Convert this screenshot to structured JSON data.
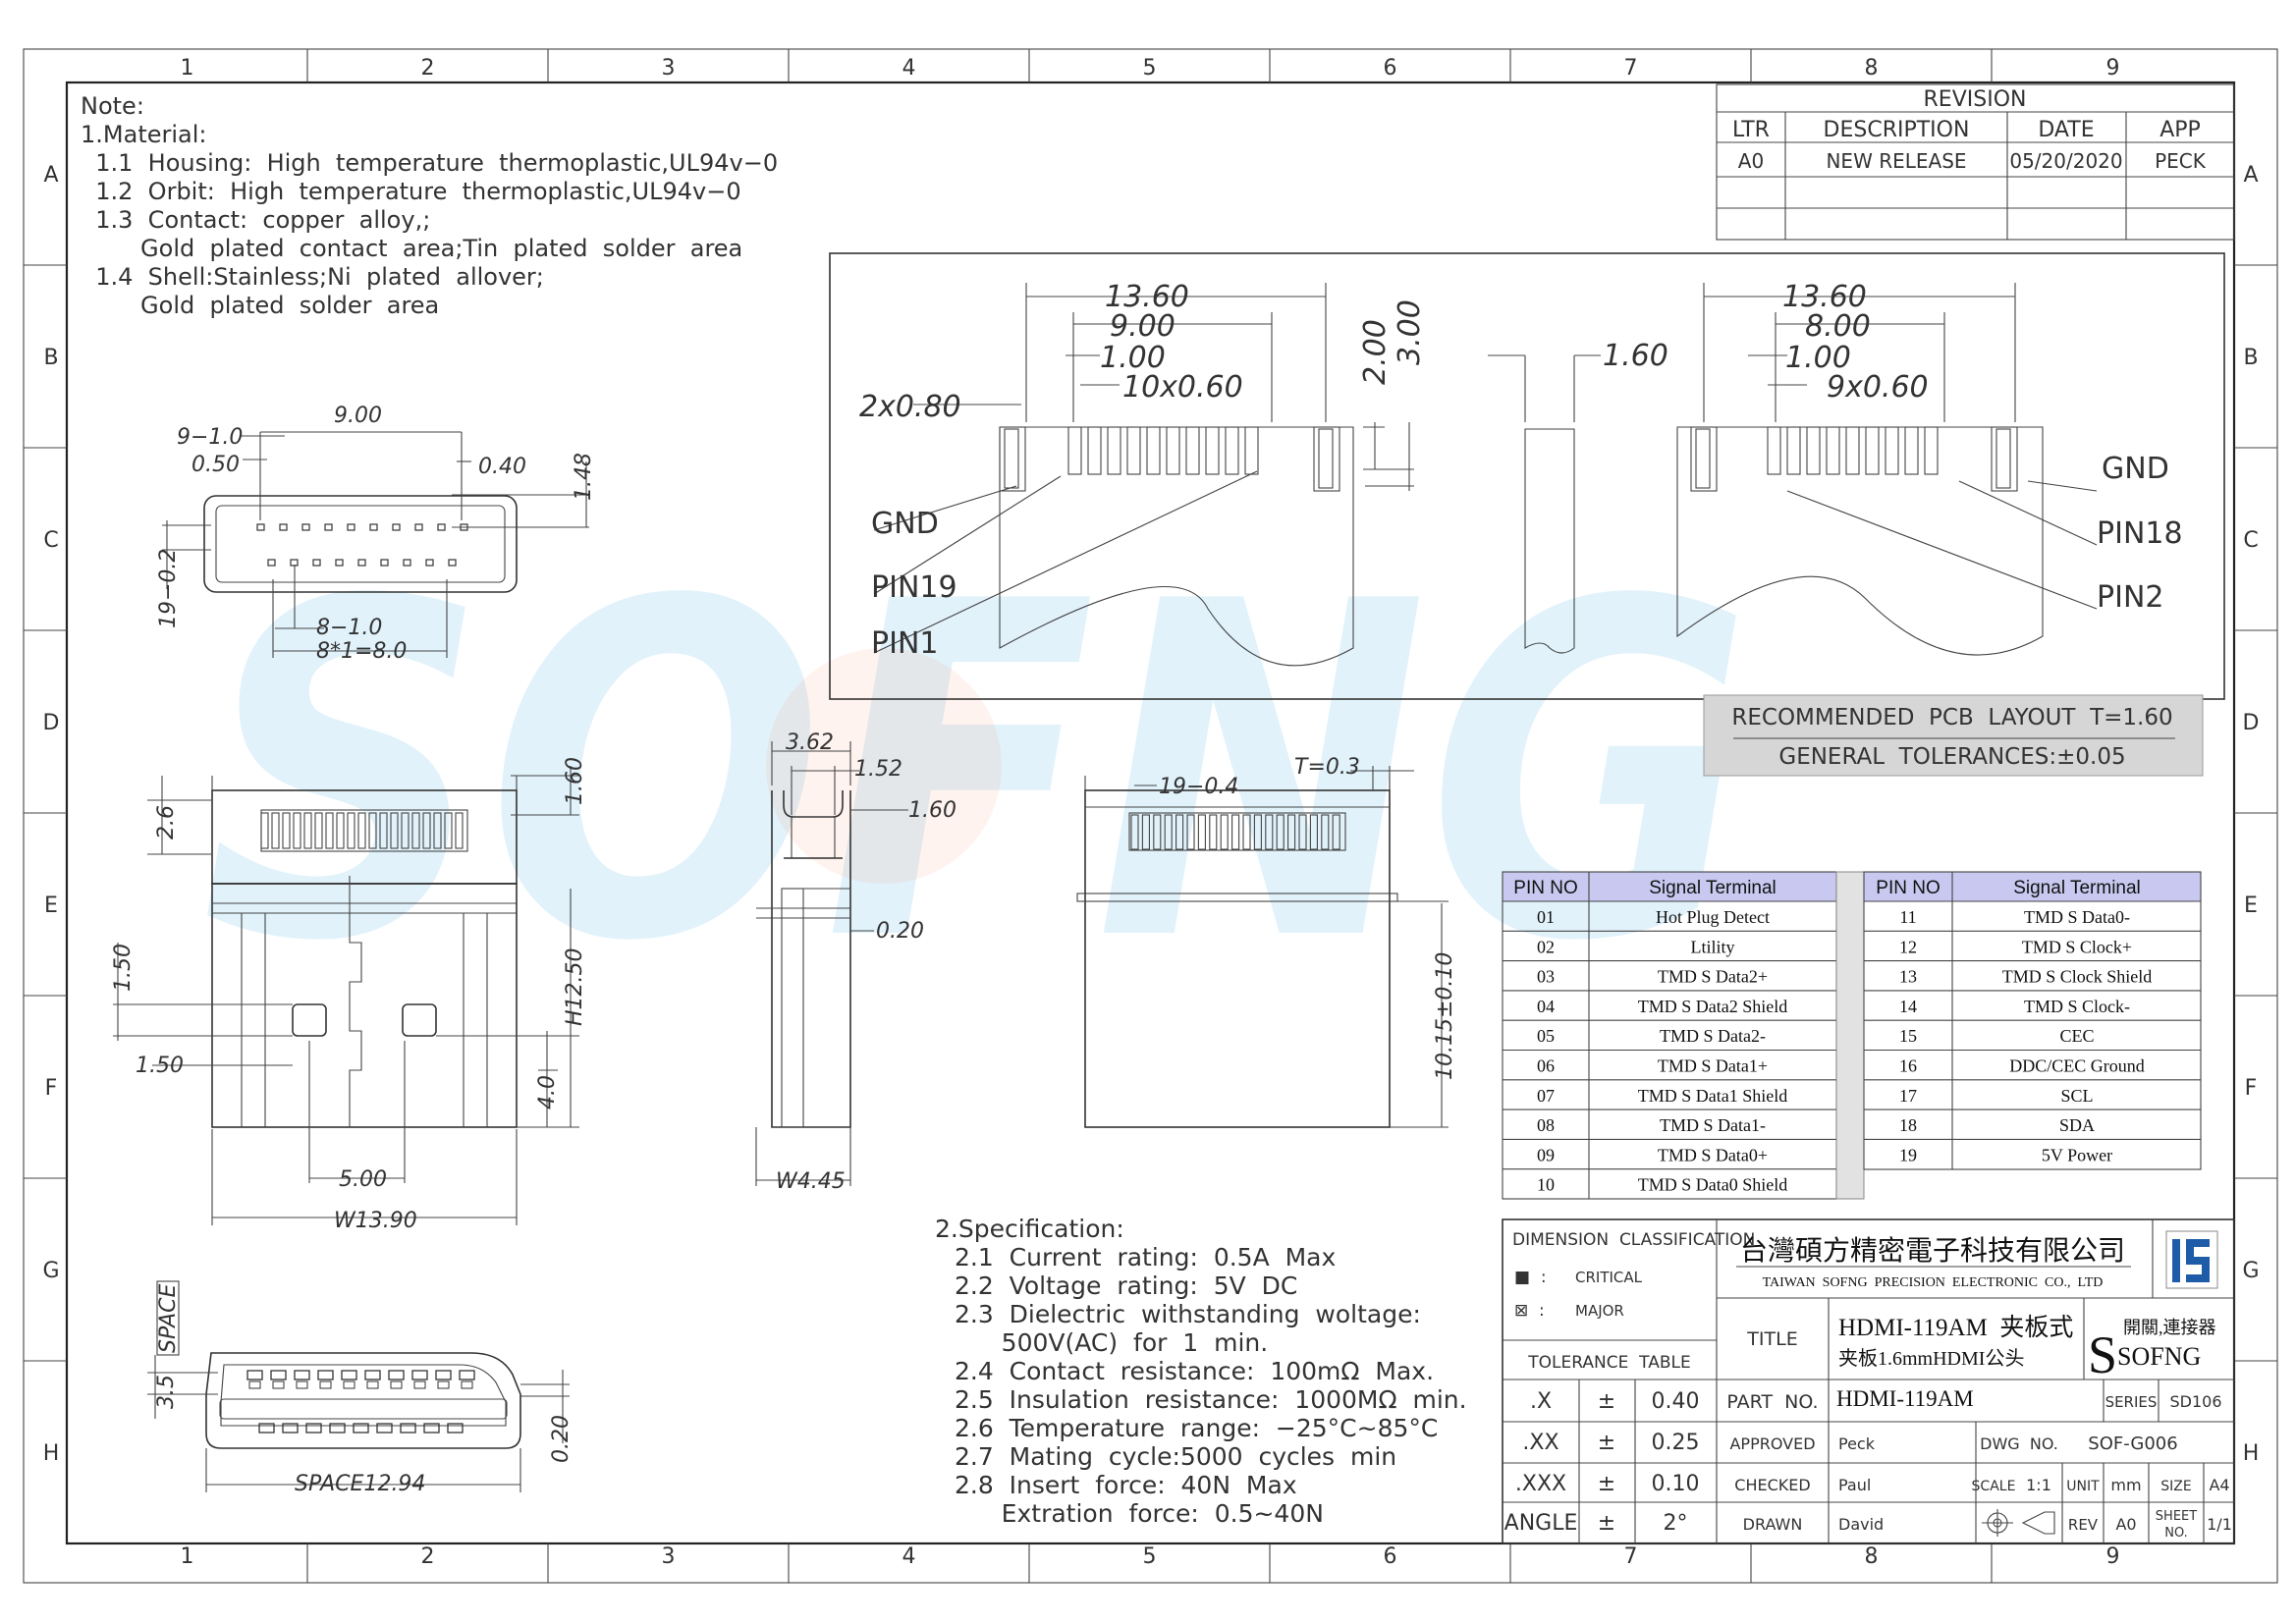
{
  "border": {
    "columns": [
      "1",
      "2",
      "3",
      "4",
      "5",
      "6",
      "7",
      "8",
      "9"
    ],
    "rows": [
      "A",
      "B",
      "C",
      "D",
      "E",
      "F",
      "G",
      "H"
    ]
  },
  "watermark": "SOFNG",
  "notes": {
    "heading": "Note:",
    "lines": [
      "1.Material:",
      "  1.1  Housing:  High  temperature  thermoplastic,UL94v−0",
      "  1.2  Orbit:  High  temperature  thermoplastic,UL94v−0",
      "  1.3  Contact:  copper  alloy,;",
      "        Gold  plated  contact  area;Tin  plated  solder  area",
      "  1.4  Shell:Stainless;Ni  plated  allover;",
      "        Gold  plated  solder  area"
    ]
  },
  "revision": {
    "title": "REVISION",
    "headers": [
      "LTR",
      "DESCRIPTION",
      "DATE",
      "APP"
    ],
    "rows": [
      [
        "A0",
        "NEW RELEASE",
        "05/20/2020",
        "PECK"
      ]
    ]
  },
  "pcb": {
    "dims_left": [
      "13.60",
      "9.00",
      "1.00",
      "10x0.60",
      "2x0.80",
      "2.00",
      "3.00"
    ],
    "dims_mid": [
      "1.60"
    ],
    "dims_right": [
      "13.60",
      "8.00",
      "1.00",
      "9x0.60"
    ],
    "labels_left": [
      "GND",
      "PIN19",
      "PIN1"
    ],
    "labels_right": [
      "GND",
      "PIN18",
      "PIN2"
    ],
    "caption1": "RECOMMENDED  PCB  LAYOUT  T=1.60",
    "caption2": "GENERAL  TOLERANCES:±0.05"
  },
  "front_view": {
    "dims": [
      "9.00",
      "9−1.0",
      "0.50",
      "0.40",
      "1.48",
      "19−0.2",
      "8−1.0",
      "8*1=8.0"
    ]
  },
  "side_view": {
    "dims": [
      "2.6",
      "1.60",
      "1.50",
      "1.50",
      "H12.50",
      "4.0",
      "5.00",
      "W13.90"
    ]
  },
  "profile_view": {
    "dims": [
      "3.62",
      "1.52",
      "1.60",
      "0.20",
      "W4.45"
    ]
  },
  "back_view": {
    "dims": [
      "T=0.3",
      "19−0.4",
      "10.15±0.10"
    ]
  },
  "end_view": {
    "dims": [
      "SPACE",
      "3.5",
      "0.20",
      "SPACE12.94"
    ]
  },
  "pins": {
    "headers": [
      "PIN NO",
      "Signal Terminal"
    ],
    "left": [
      [
        "01",
        "Hot Plug Detect"
      ],
      [
        "02",
        "Ltility"
      ],
      [
        "03",
        "TMD S Data2+"
      ],
      [
        "04",
        "TMD S Data2 Shield"
      ],
      [
        "05",
        "TMD S Data2-"
      ],
      [
        "06",
        "TMD S Data1+"
      ],
      [
        "07",
        "TMD S Data1 Shield"
      ],
      [
        "08",
        "TMD S Data1-"
      ],
      [
        "09",
        "TMD S Data0+"
      ],
      [
        "10",
        "TMD S Data0 Shield"
      ]
    ],
    "right": [
      [
        "11",
        "TMD S Data0-"
      ],
      [
        "12",
        "TMD S Clock+"
      ],
      [
        "13",
        "TMD S Clock Shield"
      ],
      [
        "14",
        "TMD S Clock-"
      ],
      [
        "15",
        "CEC"
      ],
      [
        "16",
        "DDC/CEC Ground"
      ],
      [
        "17",
        "SCL"
      ],
      [
        "18",
        "SDA"
      ],
      [
        "19",
        "5V Power"
      ]
    ],
    "header_color": "#c8c8f0"
  },
  "spec": {
    "heading": "2.Specification:",
    "lines": [
      "2.1  Current  rating:  0.5A  Max",
      "2.2  Voltage  rating:  5V  DC",
      "2.3  Dielectric  withstanding  woltage:",
      "      500V(AC)  for  1  min.",
      "2.4  Contact  resistance:  100mΩ  Max.",
      "2.5  Insulation  resistance:  1000MΩ  min.",
      "2.6  Temperature  range:  −25°C~85°C",
      "2.7  Mating  cycle:5000  cycles  min",
      "2.8  Insert  force:  40N  Max",
      "      Extration  force:  0.5~40N"
    ]
  },
  "title_block": {
    "dim_class": "DIMENSION  CLASSIFICATION",
    "critical_sym": "■  :",
    "critical": "CRITICAL",
    "major_sym": "⊠  :",
    "major": "MAJOR",
    "tol_table": "TOLERANCE  TABLE",
    "tolerances": [
      [
        ".X",
        "±",
        "0.40"
      ],
      [
        ".XX",
        "±",
        "0.25"
      ],
      [
        ".XXX",
        "±",
        "0.10"
      ],
      [
        "ANGLE",
        "±",
        "2°"
      ]
    ],
    "company_cn": "台灣碩方精密電子科技有限公司",
    "company_en": "TAIWAN  SOFNG  PRECISION  ELECTRONIC  CO.,  LTD",
    "title_label": "TITLE",
    "title_line1": "HDMI-119AM  夹板式",
    "title_line2": "夹板1.6mmHDMI公头",
    "logo_cn": "開關,連接器",
    "logo_en": "SOFNG",
    "part_label": "PART  NO.",
    "part_no": "HDMI-119AM",
    "series_label": "SERIES",
    "series": "SD106",
    "approved_label": "APPROVED",
    "approved": "Peck",
    "dwg_label": "DWG  NO.",
    "dwg_no": "SOF-G006",
    "size_label": "SIZE",
    "size": "A4",
    "checked_label": "CHECKED",
    "checked": "Paul",
    "scale_label": "SCALE",
    "scale": "1:1",
    "unit_label": "UNIT",
    "unit": "mm",
    "drawn_label": "DRAWN",
    "drawn": "David",
    "rev_label": "REV",
    "rev": "A0",
    "sheet_label1": "SHEET",
    "sheet_label2": "NO.",
    "sheet": "1/1"
  }
}
